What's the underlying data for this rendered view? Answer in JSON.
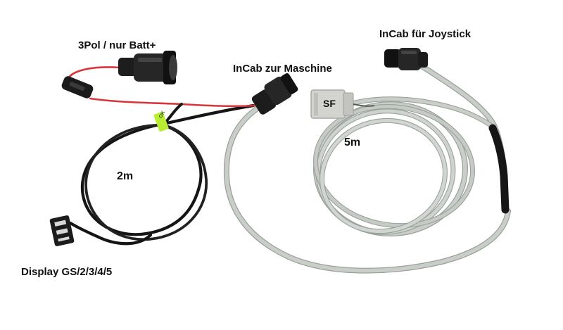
{
  "labels": {
    "power_plug": "3Pol / nur Batt+",
    "incab_machine": "InCab zur Maschine",
    "incab_joystick": "InCab für Joystick",
    "length_black": "2m",
    "length_grey": "5m",
    "sf_connector": "SF",
    "display": "Display GS/2/3/4/5",
    "ok_tag": "OK"
  },
  "colors": {
    "background": "#ffffff",
    "black_cable": "#151515",
    "grey_cable": "#c9cec9",
    "grey_cable_shadow": "#9aa19b",
    "red_wire": "#d8353b",
    "heat_shrink": "#161616",
    "ok_tag": "#b9ec32",
    "sf_connector": "#d3d3cf",
    "connector_body": "#1d1d1d"
  }
}
